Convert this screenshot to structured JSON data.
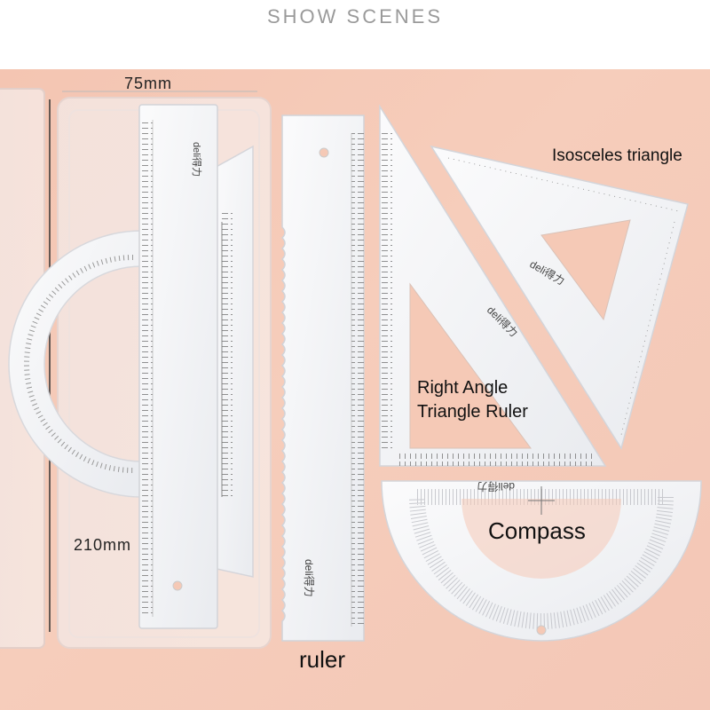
{
  "header": {
    "title": "SHOW SCENES"
  },
  "dimensions": {
    "width_label": "75mm",
    "length_label": "210mm"
  },
  "labels": {
    "isosceles": "Isosceles triangle",
    "right_angle_line1": "Right Angle",
    "right_angle_line2": "Triangle Ruler",
    "compass": "Compass",
    "ruler": "ruler"
  },
  "brand": "deli得力",
  "colors": {
    "background": "#f5c9b6",
    "plastic": "#f4f5f7",
    "ink": "#555555"
  }
}
